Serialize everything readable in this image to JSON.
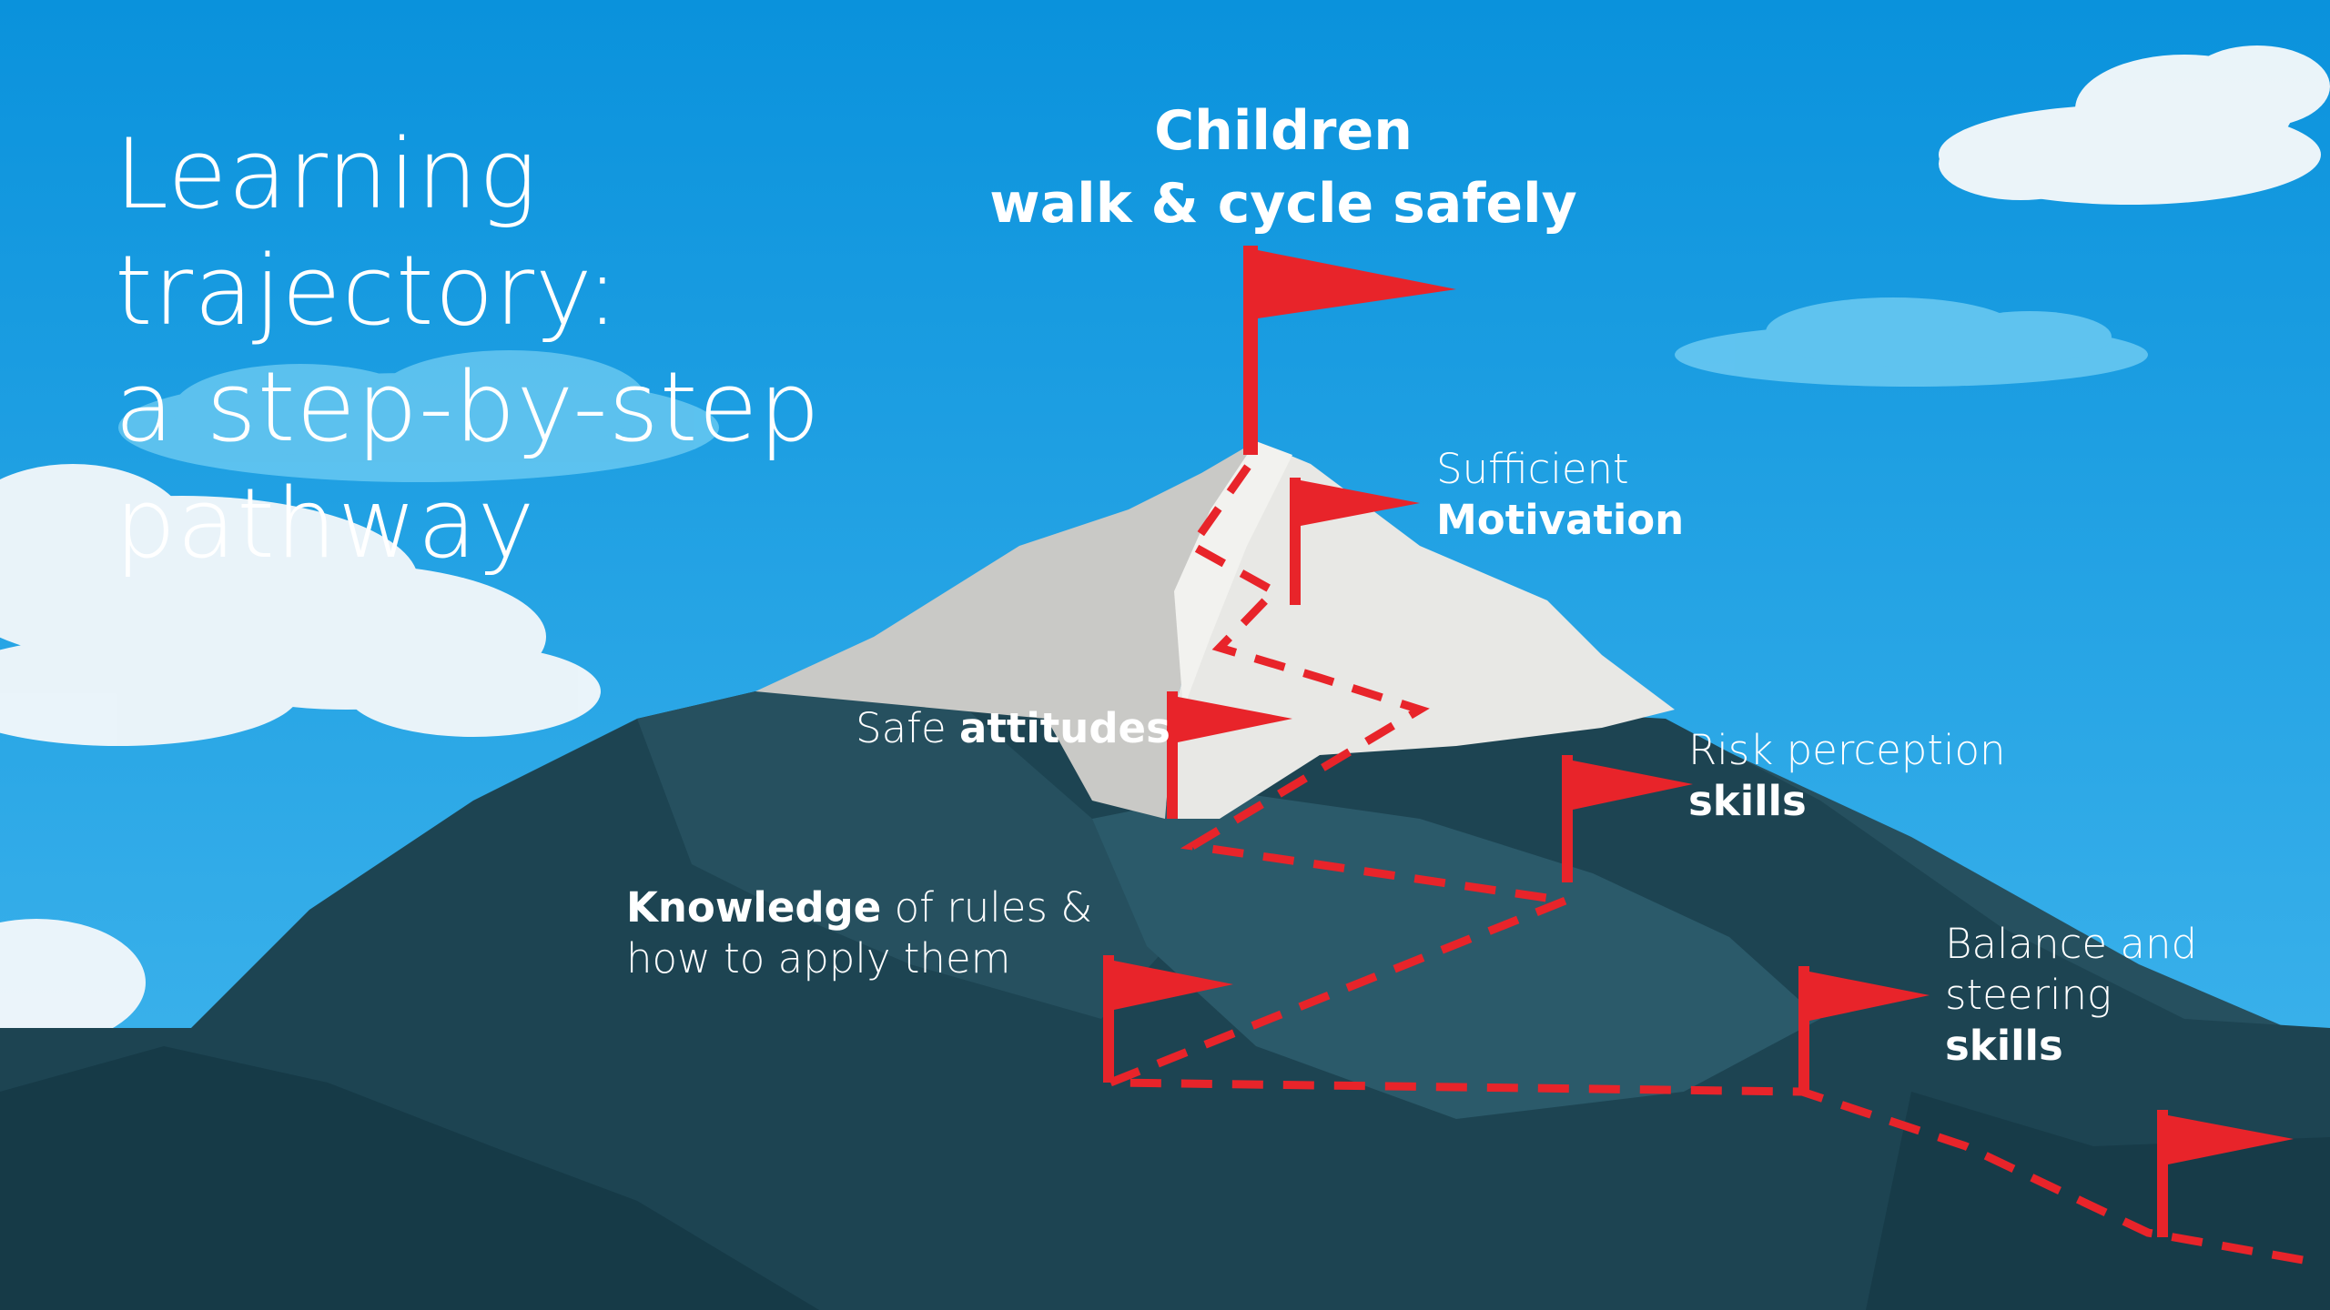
{
  "title": {
    "lines": [
      "Learning",
      "trajectory:",
      "a step-by-step",
      "pathway"
    ]
  },
  "goal": {
    "line1": "Children",
    "line2": "walk & cycle safely"
  },
  "milestones": {
    "motivation": {
      "line1": "Sufficient",
      "line2": "Motivation"
    },
    "attitudes": {
      "regular": "Safe",
      "bold": "attitudes"
    },
    "risk": {
      "line1": "Risk perception",
      "line2": "skills"
    },
    "knowledge": {
      "bold": "Knowledge",
      "regular": "of rules &",
      "line2": "how to apply them"
    },
    "balance": {
      "line1": "Balance and",
      "line2": "steering",
      "line3": "skills"
    }
  },
  "colors": {
    "sky_top": "#0a92dc",
    "sky_bottom": "#45b8ee",
    "mountain_dark": "#1d4452",
    "mountain_mid": "#26505f",
    "snow": "#e8e8e5",
    "snow_shade": "#c9c9c6",
    "flag": "#e8242a",
    "cloud": "#f4f8fb"
  },
  "icons": [
    "flag-icon",
    "cloud-icon"
  ]
}
